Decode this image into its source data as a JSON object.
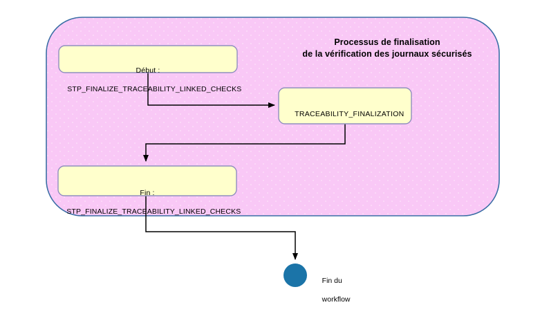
{
  "diagram": {
    "title_line1": "Processus de finalisation",
    "title_line2": "de la vérification des journaux sécurisés",
    "pool": {
      "fill": "#f9c8f6",
      "stroke": "#3a6ea5"
    },
    "nodes": [
      {
        "id": "start-event",
        "label_line1": "Début :",
        "label_line2": "STP_FINALIZE_TRACEABILITY_LINKED_CHECKS",
        "fill": "#ffffcc",
        "stroke": "#8f8fbf"
      },
      {
        "id": "task-traceability-finalization",
        "label": "TRACEABILITY_FINALIZATION",
        "fill": "#ffffcc",
        "stroke": "#8f8fbf"
      },
      {
        "id": "end-step",
        "label_line1": "Fin :",
        "label_line2": "STP_FINALIZE_TRACEABILITY_LINKED_CHECKS",
        "fill": "#ffffcc",
        "stroke": "#8f8fbf"
      }
    ],
    "end_event": {
      "label_line1": "Fin du",
      "label_line2": "workflow",
      "fill": "#1b74a8"
    },
    "connector_color": "#000000"
  }
}
